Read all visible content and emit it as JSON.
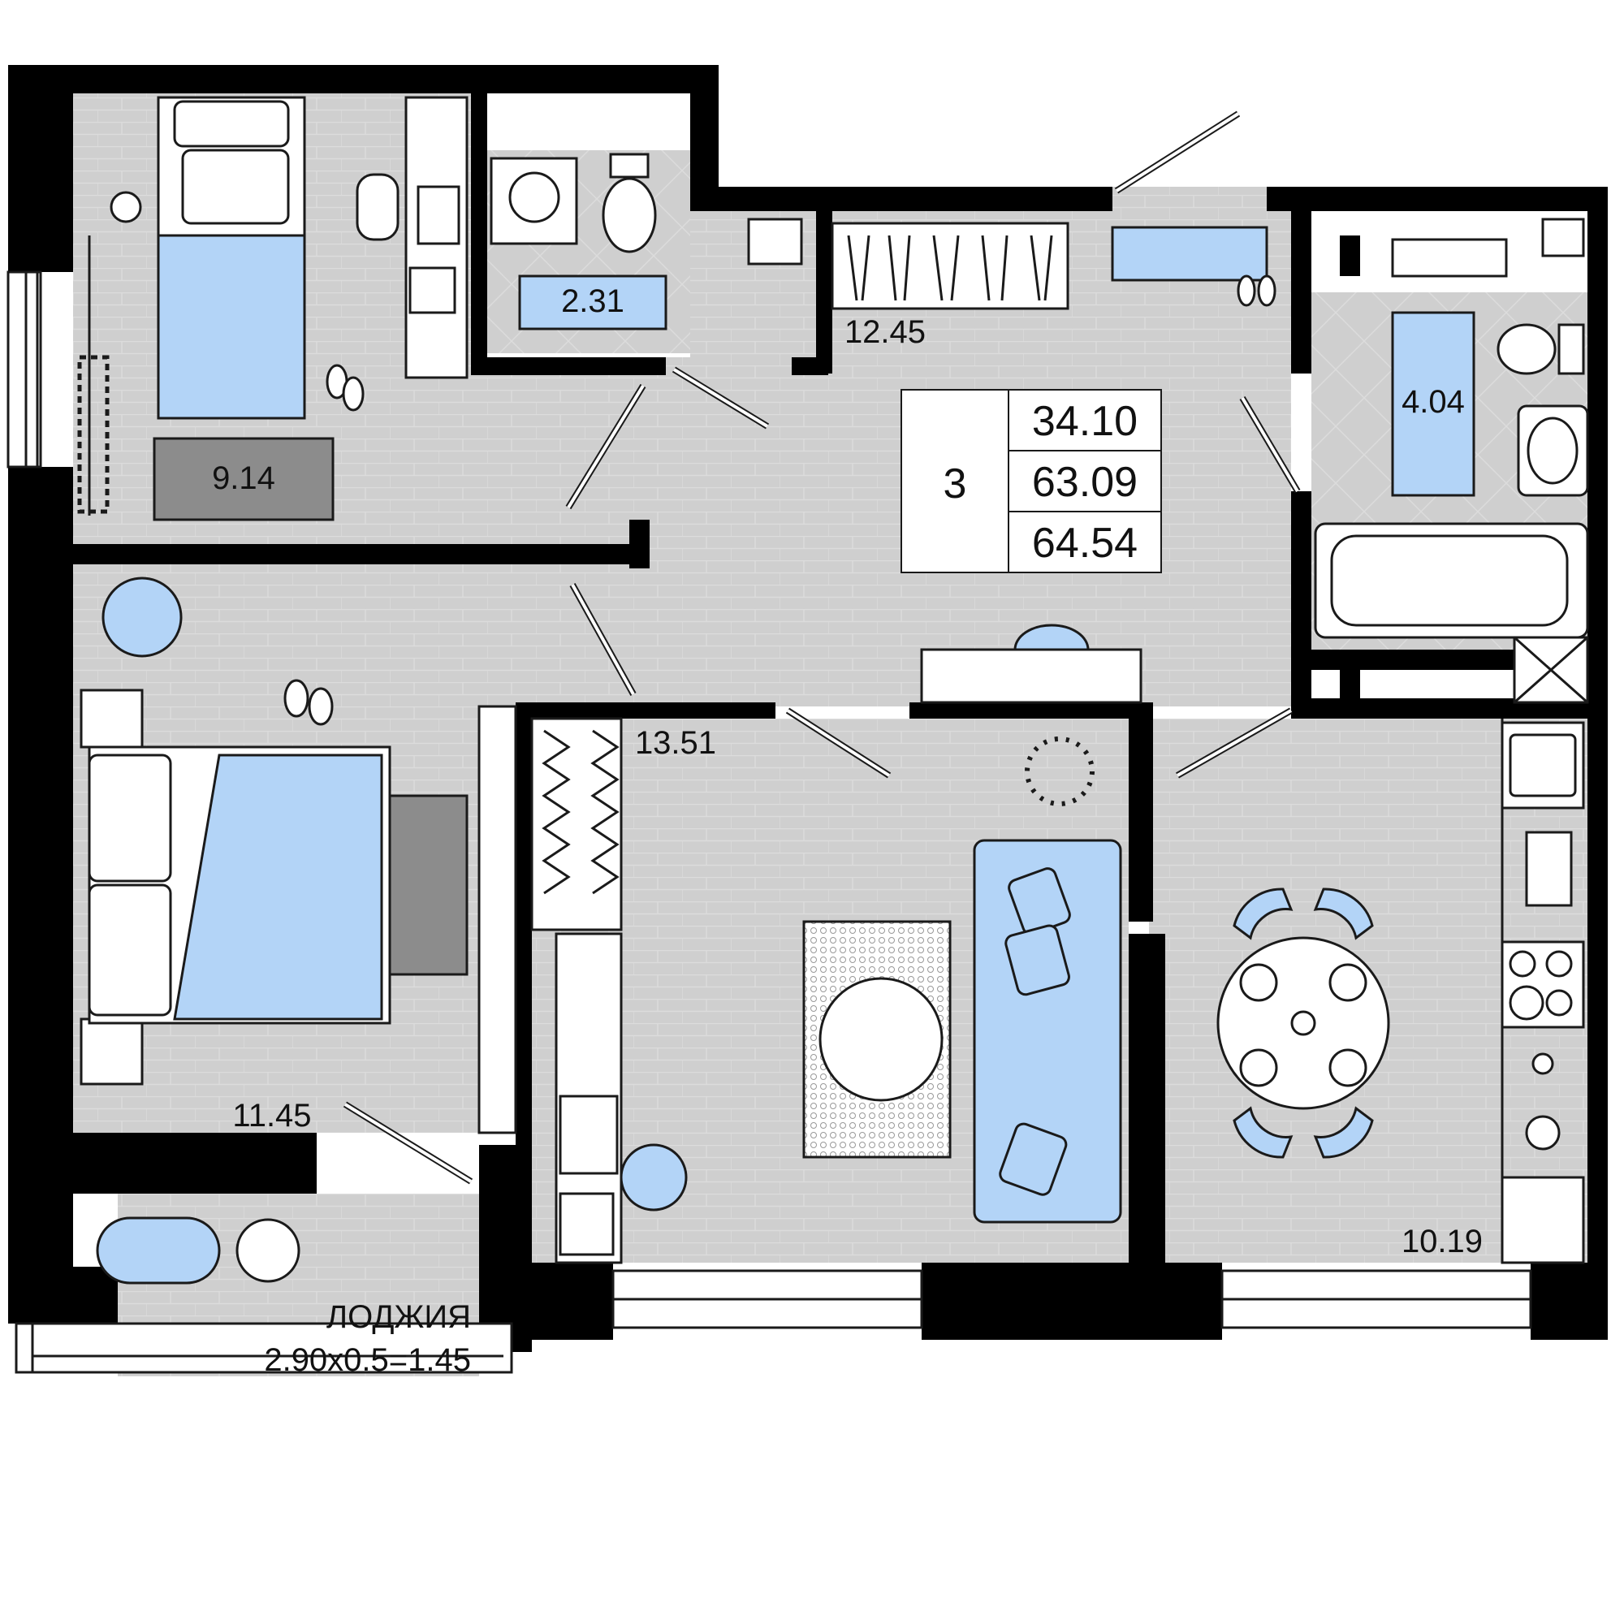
{
  "plan": {
    "summary": {
      "rooms_count": "3",
      "living_area": "34.10",
      "total_area": "63.09",
      "total_area_with_loggia": "64.54"
    },
    "rooms": [
      {
        "id": "bedroom-small",
        "area": "9.14"
      },
      {
        "id": "bathroom-small",
        "area": "2.31"
      },
      {
        "id": "hallway",
        "area": "12.45"
      },
      {
        "id": "bathroom",
        "area": "4.04"
      },
      {
        "id": "bedroom",
        "area": "11.45"
      },
      {
        "id": "living-room",
        "area": "13.51"
      },
      {
        "id": "kitchen",
        "area": "10.19"
      }
    ],
    "loggia": {
      "title": "ЛОДЖИЯ",
      "dimensions": "2.90x0.5=1.45"
    },
    "colors": {
      "accent_blue": "#b3d4f7",
      "floor_gray": "#cfcfcf",
      "rug_dark_gray": "#8c8c8c",
      "wall": "#000000"
    }
  }
}
